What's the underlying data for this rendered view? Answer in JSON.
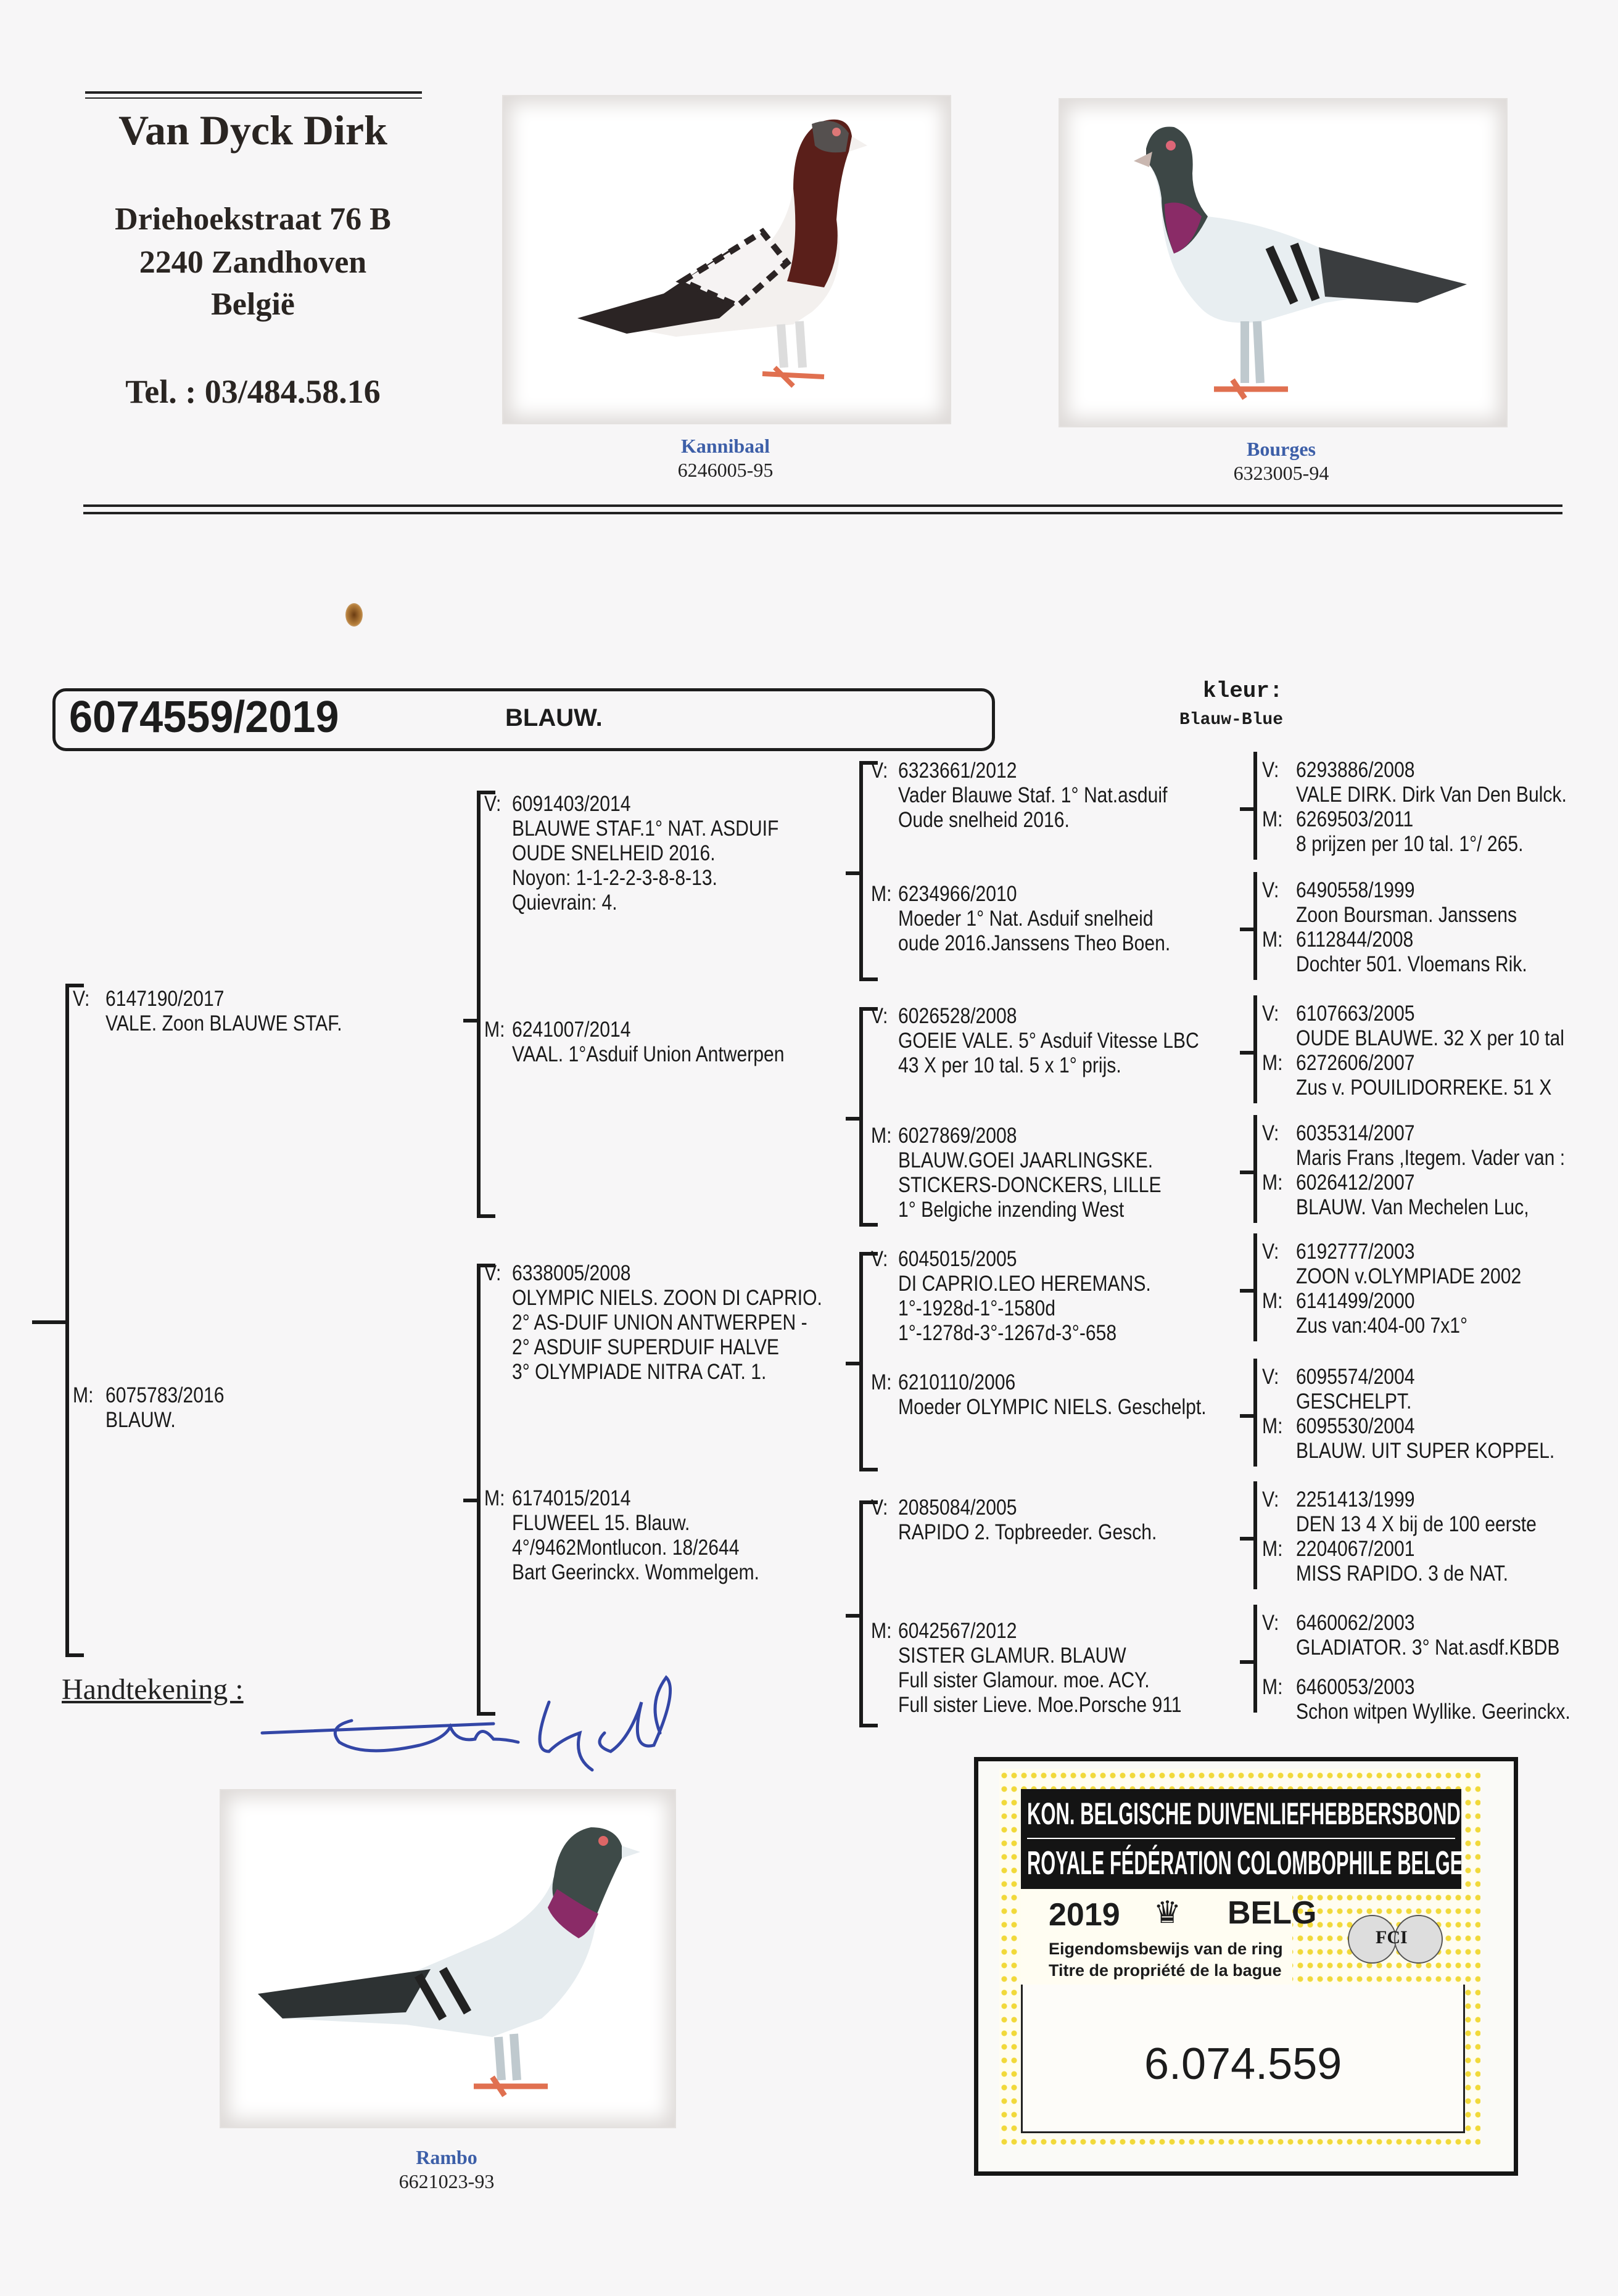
{
  "breeder": {
    "name": "Van Dyck Dirk",
    "street": "Driehoekstraat 76 B",
    "city": "2240 Zandhoven",
    "country": "België",
    "tel": "Tel. : 03/484.58.16"
  },
  "photos": [
    {
      "name": "Kannibaal",
      "ring": "6246005-95"
    },
    {
      "name": "Bourges",
      "ring": "6323005-94"
    },
    {
      "name": "Rambo",
      "ring": "6621023-93"
    }
  ],
  "pigeon": {
    "ring": "6074559/2019",
    "color": "BLAUW.",
    "kleur_label": "kleur:",
    "kleur_value": "Blauw-Blue"
  },
  "pedigree": {
    "gen1": [
      {
        "label": "V:",
        "ring": "6147190/2017",
        "lines": [
          "VALE. Zoon BLAUWE STAF."
        ]
      },
      {
        "label": "M:",
        "ring": "6075783/2016",
        "lines": [
          "BLAUW."
        ]
      }
    ],
    "gen2": [
      {
        "label": "V:",
        "ring": "6091403/2014",
        "lines": [
          "BLAUWE STAF.1° NAT. ASDUIF",
          "OUDE SNELHEID 2016.",
          "Noyon: 1-1-2-2-3-8-8-13.",
          "Quievrain: 4."
        ]
      },
      {
        "label": "M:",
        "ring": "6241007/2014",
        "lines": [
          "VAAL. 1°Asduif Union Antwerpen"
        ]
      },
      {
        "label": "V:",
        "ring": "6338005/2008",
        "lines": [
          "OLYMPIC NIELS. ZOON DI CAPRIO.",
          "2° AS-DUIF UNION ANTWERPEN -",
          "2° ASDUIF SUPERDUIF HALVE",
          "3° OLYMPIADE NITRA CAT. 1."
        ]
      },
      {
        "label": "M:",
        "ring": "6174015/2014",
        "lines": [
          "FLUWEEL 15. Blauw.",
          "4°/9462Montlucon. 18/2644",
          "Bart Geerinckx. Wommelgem."
        ]
      }
    ],
    "gen3": [
      {
        "label": "V:",
        "ring": "6323661/2012",
        "lines": [
          "Vader Blauwe Staf. 1° Nat.asduif",
          "Oude snelheid 2016."
        ]
      },
      {
        "label": "M:",
        "ring": "6234966/2010",
        "lines": [
          "Moeder 1° Nat. Asduif snelheid",
          "oude 2016.Janssens Theo Boen."
        ]
      },
      {
        "label": "V:",
        "ring": "6026528/2008",
        "lines": [
          "GOEIE VALE. 5° Asduif Vitesse LBC",
          "43 X per 10 tal. 5 x 1° prijs."
        ]
      },
      {
        "label": "M:",
        "ring": "6027869/2008",
        "lines": [
          "BLAUW.GOEI JAARLINGSKE.",
          "STICKERS-DONCKERS, LILLE",
          "1° Belgiche inzending West"
        ]
      },
      {
        "label": "V:",
        "ring": "6045015/2005",
        "lines": [
          "DI CAPRIO.LEO HEREMANS.",
          "1°-1928d-1°-1580d",
          "1°-1278d-3°-1267d-3°-658"
        ]
      },
      {
        "label": "M:",
        "ring": "6210110/2006",
        "lines": [
          "Moeder OLYMPIC NIELS. Geschelpt."
        ]
      },
      {
        "label": "V:",
        "ring": "2085084/2005",
        "lines": [
          "RAPIDO 2. Topbreeder. Gesch."
        ]
      },
      {
        "label": "M:",
        "ring": "6042567/2012",
        "lines": [
          "SISTER GLAMUR. BLAUW",
          "Full sister Glamour. moe. ACY.",
          "Full sister Lieve. Moe.Porsche 911"
        ]
      }
    ],
    "gen4": [
      {
        "label": "V:",
        "ring": "6293886/2008",
        "lines": [
          "VALE DIRK. Dirk Van Den Bulck."
        ]
      },
      {
        "label": "M:",
        "ring": "6269503/2011",
        "lines": [
          "8 prijzen per 10 tal. 1°/ 265."
        ]
      },
      {
        "label": "V:",
        "ring": "6490558/1999",
        "lines": [
          "Zoon Boursman. Janssens"
        ]
      },
      {
        "label": "M:",
        "ring": "6112844/2008",
        "lines": [
          "Dochter 501. Vloemans Rik."
        ]
      },
      {
        "label": "V:",
        "ring": "6107663/2005",
        "lines": [
          "OUDE BLAUWE. 32 X per 10 tal"
        ]
      },
      {
        "label": "M:",
        "ring": "6272606/2007",
        "lines": [
          "Zus v. POUILIDORREKE. 51 X"
        ]
      },
      {
        "label": "V:",
        "ring": "6035314/2007",
        "lines": [
          "Maris Frans ,Itegem. Vader van :"
        ]
      },
      {
        "label": "M:",
        "ring": "6026412/2007",
        "lines": [
          "BLAUW. Van Mechelen Luc,"
        ]
      },
      {
        "label": "V:",
        "ring": "6192777/2003",
        "lines": [
          "ZOON v.OLYMPIADE 2002"
        ]
      },
      {
        "label": "M:",
        "ring": "6141499/2000",
        "lines": [
          "Zus van:404-00 7x1°"
        ]
      },
      {
        "label": "V:",
        "ring": "6095574/2004",
        "lines": [
          "GESCHELPT."
        ]
      },
      {
        "label": "M:",
        "ring": "6095530/2004",
        "lines": [
          "BLAUW. UIT SUPER KOPPEL."
        ]
      },
      {
        "label": "V:",
        "ring": "2251413/1999",
        "lines": [
          "DEN 13  4 X bij de 100 eerste"
        ]
      },
      {
        "label": "M:",
        "ring": "2204067/2001",
        "lines": [
          "MISS RAPIDO. 3 de NAT."
        ]
      },
      {
        "label": "V:",
        "ring": "6460062/2003",
        "lines": [
          "GLADIATOR. 3° Nat.asdf.KBDB"
        ]
      },
      {
        "label": "M:",
        "ring": "6460053/2003",
        "lines": [
          "Schon witpen Wyllike. Geerinckx."
        ]
      }
    ]
  },
  "signature": {
    "label": "Handtekening :",
    "scribble": "Van Dyck"
  },
  "card": {
    "header_nl": "KON. BELGISCHE DUIVENLIEFHEBBERSBOND",
    "header_fr": "ROYALE FÉDÉRATION COLOMBOPHILE BELGE",
    "year": "2019",
    "country": "BELG",
    "title_nl": "Eigendomsbewijs van de ring",
    "title_fr": "Titre de propriété de la bague",
    "logo": "FCI",
    "number": "6.074.559"
  },
  "colors": {
    "caption_blue": "#3d5fa8",
    "signature_blue": "#3346a6",
    "card_yellow": "#f1d93a"
  }
}
